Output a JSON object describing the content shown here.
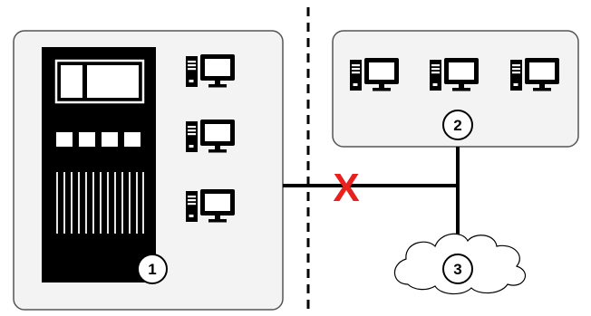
{
  "colors": {
    "panel_fill": "#f3f3f3",
    "panel_stroke": "#555555",
    "ink": "#000000",
    "disconnect": "#e8201e",
    "white": "#ffffff"
  },
  "callouts": {
    "site_panel": "1",
    "remote_panel": "2",
    "cloud": "3"
  },
  "disconnect_mark": "X",
  "icons": {
    "control_unit": "server-cabinet-icon",
    "workstation": "desktop-computer-icon",
    "cloud": "cloud-icon"
  },
  "counts": {
    "site_workstations": 3,
    "remote_workstations": 3
  }
}
